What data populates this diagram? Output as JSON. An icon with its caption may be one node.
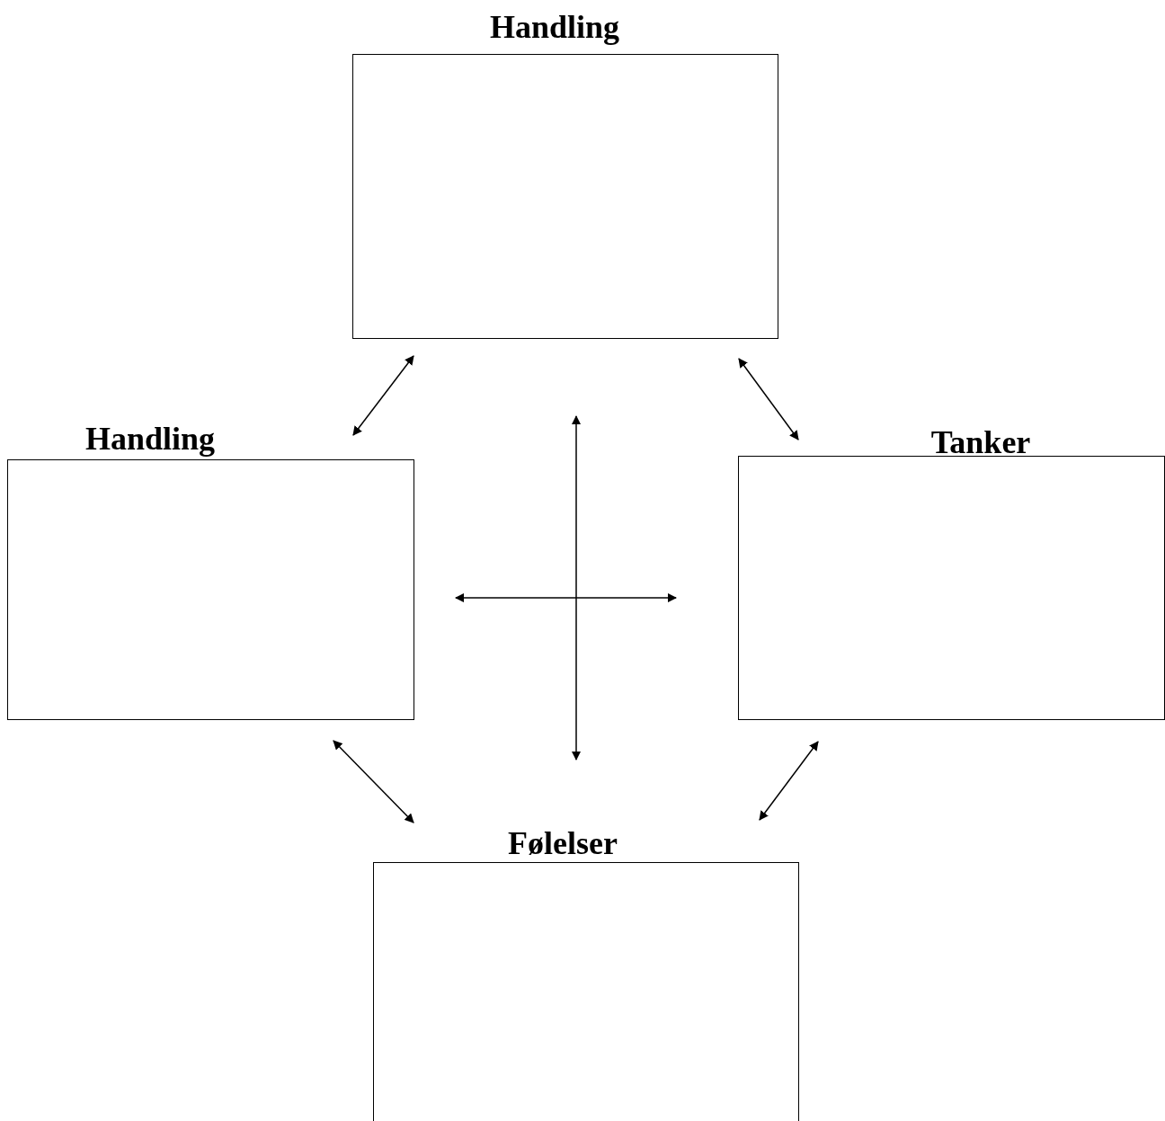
{
  "diagram": {
    "nodes": [
      {
        "text": [
          "Handling"
        ]
      },
      {
        "text": [
          "Handling"
        ]
      },
      {
        "text": [
          "Tanker"
        ]
      },
      {
        "text": [
          "Følelser"
        ]
      }
    ],
    "edges": [
      {
        "from": 0,
        "to": 1,
        "arrow": "both"
      },
      {
        "from": 0,
        "to": 2,
        "arrow": "both"
      },
      {
        "from": 1,
        "to": 3,
        "arrow": "both"
      },
      {
        "from": 2,
        "to": 3,
        "arrow": "both"
      },
      {
        "from": 1,
        "to": 2,
        "arrow": "both"
      },
      {
        "from": 0,
        "to": 3,
        "arrow": "both"
      }
    ]
  }
}
